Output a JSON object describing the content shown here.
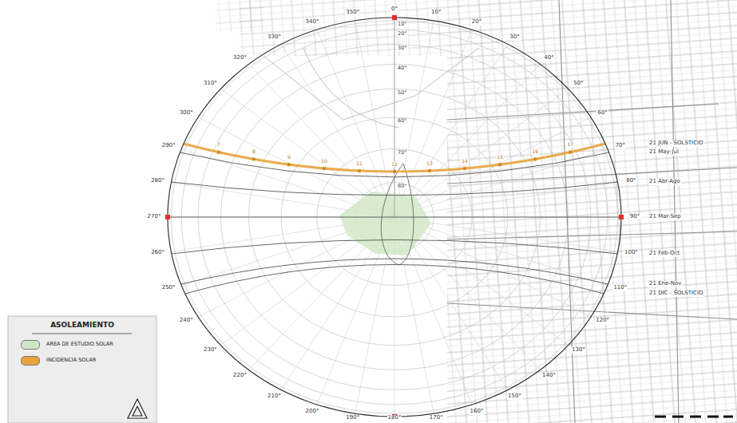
{
  "diagram": {
    "labels": [
      "0°",
      "10°",
      "20°",
      "30°",
      "40°",
      "50°",
      "60°",
      "70°",
      "80°",
      "90°",
      "100°",
      "110°",
      "120°",
      "130°",
      "140°",
      "150°",
      "160°",
      "170°",
      "180°",
      "190°",
      "200°",
      "210°",
      "220°",
      "230°",
      "240°",
      "250°",
      "260°",
      "270°",
      "280°",
      "290°",
      "300°",
      "310°",
      "320°",
      "330°",
      "340°",
      "350°",
      "10°",
      "20°",
      "30°",
      "40°",
      "50°",
      "60°",
      "70°",
      "80°",
      "21 JUN - SOLSTICIO",
      "21 May-Jul",
      "21 Abr-Ago",
      "21 Mar-Sep",
      "21 Feb-Oct",
      "21 Ene-Nov",
      "21 DIC - SOLSTICIO",
      "ASOLEAMIENTO",
      "7",
      "8",
      "9",
      "10",
      "11",
      "12",
      "13",
      "14",
      "15",
      "16",
      "17"
    ],
    "legend": [
      {
        "text": "AREA DE ESTUDIO SOLAR",
        "color": "#cfe6c4"
      },
      {
        "text": "INCIDENCIA SOLAR",
        "color": "#e8a33d"
      }
    ]
  }
}
